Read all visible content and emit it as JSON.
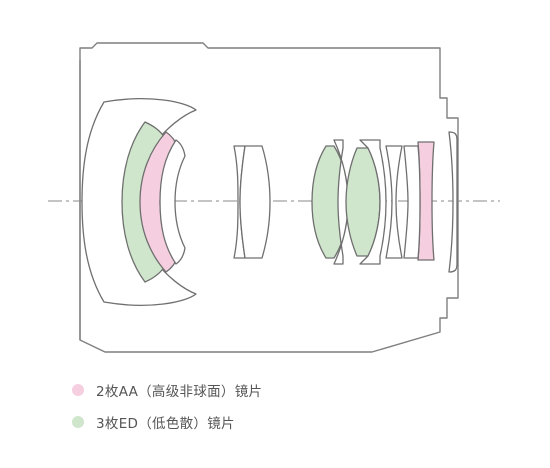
{
  "colors": {
    "aa_lens": "#f5cfe0",
    "ed_lens": "#cfe6cc",
    "plain_lens": "#ffffff",
    "outline": "#7f7f7f",
    "legend_text": "#555555"
  },
  "legend": [
    {
      "label": "2枚AA（高级非球面）镜片",
      "color": "#f5cfe0"
    },
    {
      "label": "3枚ED（低色散）镜片",
      "color": "#cfe6cc"
    }
  ],
  "elements": [
    {
      "type": "plain"
    },
    {
      "type": "ed"
    },
    {
      "type": "aa"
    },
    {
      "type": "plain"
    },
    {
      "type": "plain"
    },
    {
      "type": "plain"
    },
    {
      "type": "ed"
    },
    {
      "type": "plain"
    },
    {
      "type": "ed"
    },
    {
      "type": "plain"
    },
    {
      "type": "plain"
    },
    {
      "type": "aa"
    },
    {
      "type": "plain"
    },
    {
      "type": "plain"
    }
  ]
}
